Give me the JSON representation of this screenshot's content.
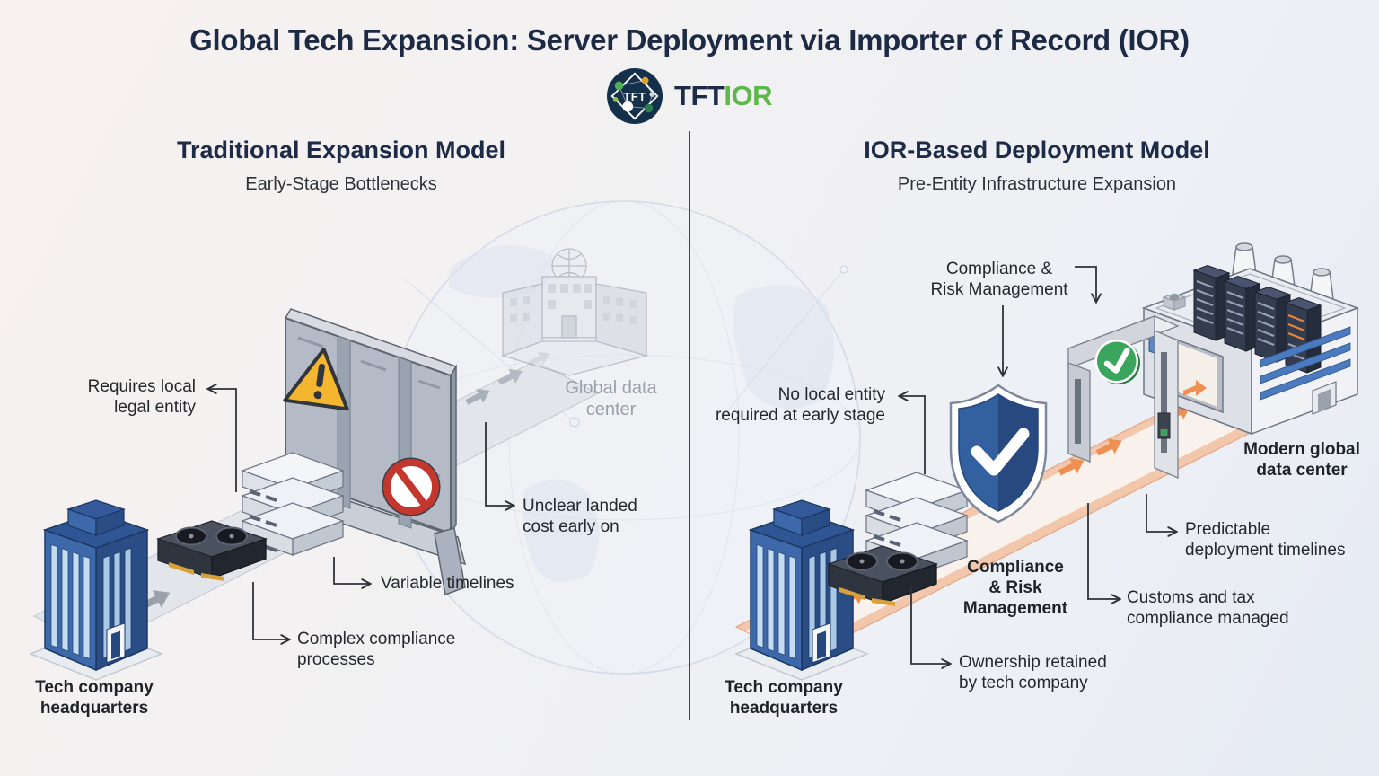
{
  "header": {
    "title": "Global Tech Expansion: Server Deployment via Importer of Record (IOR)",
    "logo_badge": "TFT",
    "logo_dark": "TFT",
    "logo_green": "IOR"
  },
  "left": {
    "heading": "Traditional Expansion Model",
    "subheading": "Early-Stage Bottlenecks",
    "labels": {
      "requires_local": "Requires local\nlegal entity",
      "global_dc": "Global data\ncenter",
      "unclear_cost": "Unclear landed\ncost early on",
      "variable_timelines": "Variable timelines",
      "complex_compliance": "Complex compliance\nprocesses",
      "hq": "Tech company\nheadquarters"
    }
  },
  "right": {
    "heading": "IOR-Based Deployment Model",
    "subheading": "Pre-Entity Infrastructure Expansion",
    "labels": {
      "compliance_top": "Compliance &\nRisk Management",
      "no_local_entity": "No local entity\nrequired at early stage",
      "shield": "Compliance\n& Risk\nManagement",
      "modern_dc": "Modern global\ndata center",
      "predictable": "Predictable\ndeployment timelines",
      "customs": "Customs and tax\ncompliance managed",
      "ownership": "Ownership retained\nby tech company",
      "hq": "Tech company\nheadquarters"
    }
  },
  "icons": {
    "logo": "network-globe-logo",
    "barrier_warning": "warning-triangle-icon",
    "barrier_block": "no-entry-icon",
    "compliance_shield": "shield-check-icon",
    "customs_gate": "gate-check-icon"
  },
  "colors": {
    "title_navy": "#1c2a44",
    "accent_green": "#5cb848",
    "label_text": "#24282d",
    "muted_label": "#99a1ab",
    "building_blue": "#3d68aa",
    "shield_blue": "#2e5a9e",
    "warning_yellow": "#f4b62e",
    "prohibit_red": "#c4372f",
    "check_green": "#3aa55c",
    "orange_arrow": "#ef8f52",
    "road_gray": "#e2e5ea",
    "road_orange": "#f3c7ab"
  }
}
